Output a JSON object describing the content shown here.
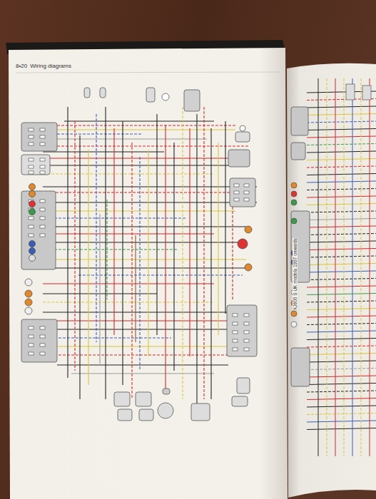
{
  "diagram": {
    "title": "Wiring diagrams",
    "labels": [
      "8•20",
      "XJ600 S UK models 1997 onwards"
    ]
  }
}
